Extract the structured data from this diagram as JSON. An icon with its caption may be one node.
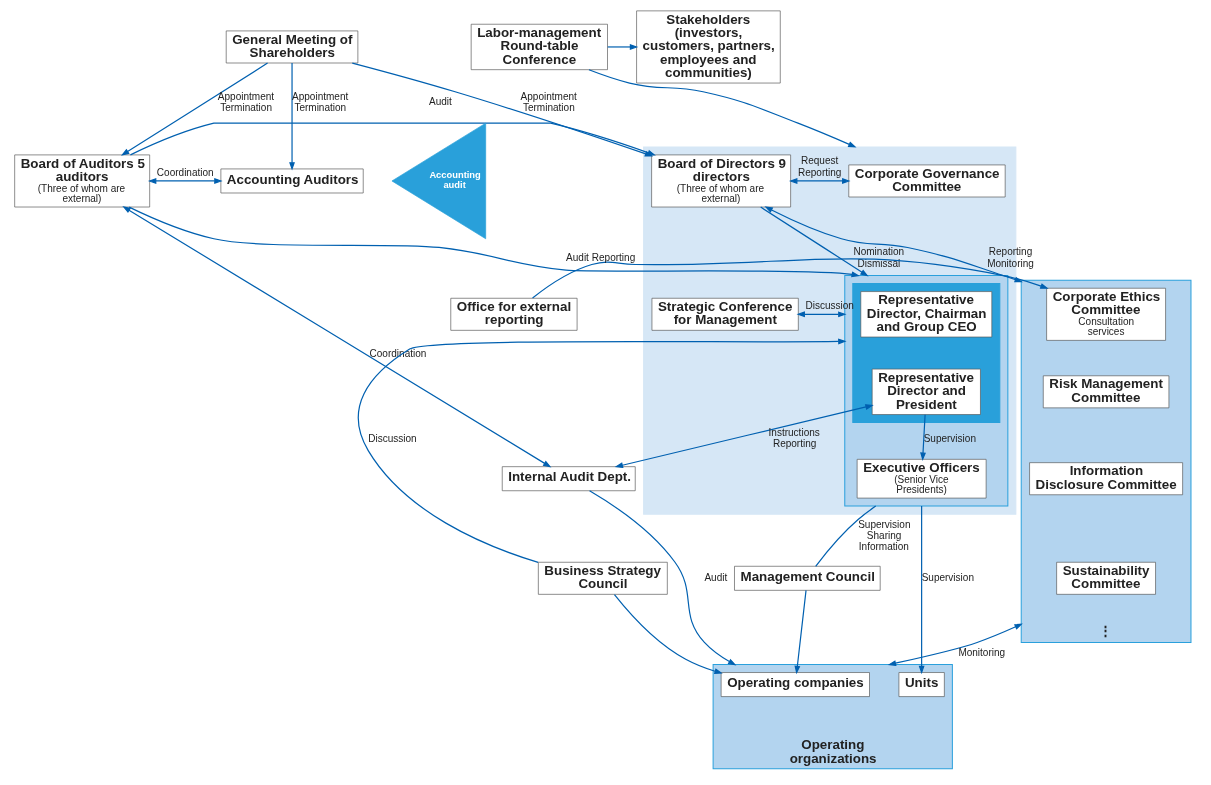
{
  "diagram": {
    "nodes": [
      {
        "text": [
          "Stakeholders (investors, customers, partners, employees and communities)"
        ]
      },
      {
        "text": [
          "General Meeting of Shareholders"
        ]
      },
      {
        "text": [
          "Labor-management Round-table Conference"
        ]
      },
      {
        "text": [],
        "shape": "box"
      },
      {
        "text": [
          "Corporate Governance Committee"
        ],
        "in": 3
      },
      {
        "text": [
          "Board of Directors 9 directors",
          "(Three of whom are external)"
        ],
        "in": 3
      },
      {
        "text": [
          "Board of Auditors 5 auditors",
          "(Three of whom are external)"
        ]
      },
      {
        "text": [
          "Accounting Auditors"
        ]
      },
      {
        "text": [
          "Accounting audit"
        ]
      },
      {
        "text": [
          "Office for external reporting"
        ]
      },
      {
        "text": [
          "⋮"
        ]
      },
      {
        "text": [
          "Corporate Ethics Committee",
          "Consultation services"
        ],
        "in": 10
      },
      {
        "text": [
          "Risk Management Committee"
        ],
        "in": 10
      },
      {
        "text": [
          "Information Disclosure Committee"
        ],
        "in": 10
      },
      {
        "text": [
          "Sustainability Committee"
        ],
        "in": 10
      },
      {
        "text": [
          "Strategic Conference for Management"
        ],
        "in": 3
      },
      {
        "text": [],
        "shape": "box",
        "in": 3
      },
      {
        "text": [],
        "shape": "box",
        "in": 16
      },
      {
        "text": [
          "Representative Director, Chairman and Group CEO"
        ],
        "in": 17
      },
      {
        "text": [
          "Representative Director and President"
        ],
        "in": 17
      },
      {
        "text": [
          "Executive Officers",
          "(Senior Vice Presidents)"
        ],
        "in": 16
      },
      {
        "text": [
          "Internal Audit Dept."
        ]
      },
      {
        "text": [
          "Business Strategy Council"
        ]
      },
      {
        "text": [
          "Management Council"
        ]
      },
      {
        "text": [
          "Operating organizations"
        ]
      },
      {
        "text": [
          "Operating companies"
        ],
        "in": 24
      },
      {
        "text": [
          "Units"
        ],
        "in": 24
      }
    ],
    "edges": [
      {
        "from": 2,
        "to": 0,
        "arrow": "to"
      },
      {
        "from": 2,
        "to": 3,
        "arrow": "to"
      },
      {
        "from": 1,
        "to": 5,
        "arrow": "to",
        "label": "Appointment Termination"
      },
      {
        "from": 1,
        "to": 6,
        "arrow": "to",
        "label": "Appointment Termination"
      },
      {
        "from": 1,
        "to": 7,
        "arrow": "to",
        "label": "Appointment Termination"
      },
      {
        "from": 4,
        "to": 5,
        "arrow": "both",
        "label": "Request Reporting"
      },
      {
        "from": 6,
        "to": 5,
        "arrow": "to",
        "label": "Audit"
      },
      {
        "from": 6,
        "to": 7,
        "arrow": "both",
        "label": "Coordination"
      },
      {
        "from": 5,
        "to": 16,
        "arrow": "to",
        "label": "Nomination Dismissal"
      },
      {
        "from": 5,
        "to": 10,
        "arrow": "both",
        "label": "Reporting Monitoring"
      },
      {
        "from": 6,
        "to": 16,
        "arrow": "to",
        "label": "Audit"
      },
      {
        "from": 9,
        "to": 11,
        "arrow": "to",
        "label": "Reporting"
      },
      {
        "from": 15,
        "to": 16,
        "arrow": "both",
        "label": "Discussion"
      },
      {
        "from": 22,
        "to": 16,
        "arrow": "to",
        "label": "Discussion"
      },
      {
        "from": 22,
        "to": 25,
        "arrow": "to"
      },
      {
        "from": 19,
        "to": 20,
        "arrow": "to",
        "label": "Supervision"
      },
      {
        "from": 19,
        "to": 21,
        "arrow": "both",
        "label": "Instructions Reporting"
      },
      {
        "from": 6,
        "to": 21,
        "arrow": "both",
        "label": "Coordination"
      },
      {
        "from": 21,
        "to": 24,
        "arrow": "to",
        "label": "Audit"
      },
      {
        "from": 16,
        "to": 23,
        "arrow": "none",
        "label": "Supervision Sharing Information"
      },
      {
        "from": 23,
        "to": 25,
        "arrow": "to"
      },
      {
        "from": 16,
        "to": 26,
        "arrow": "to",
        "label": "Supervision"
      },
      {
        "from": 10,
        "to": 24,
        "arrow": "both",
        "label": "Monitoring"
      }
    ]
  }
}
